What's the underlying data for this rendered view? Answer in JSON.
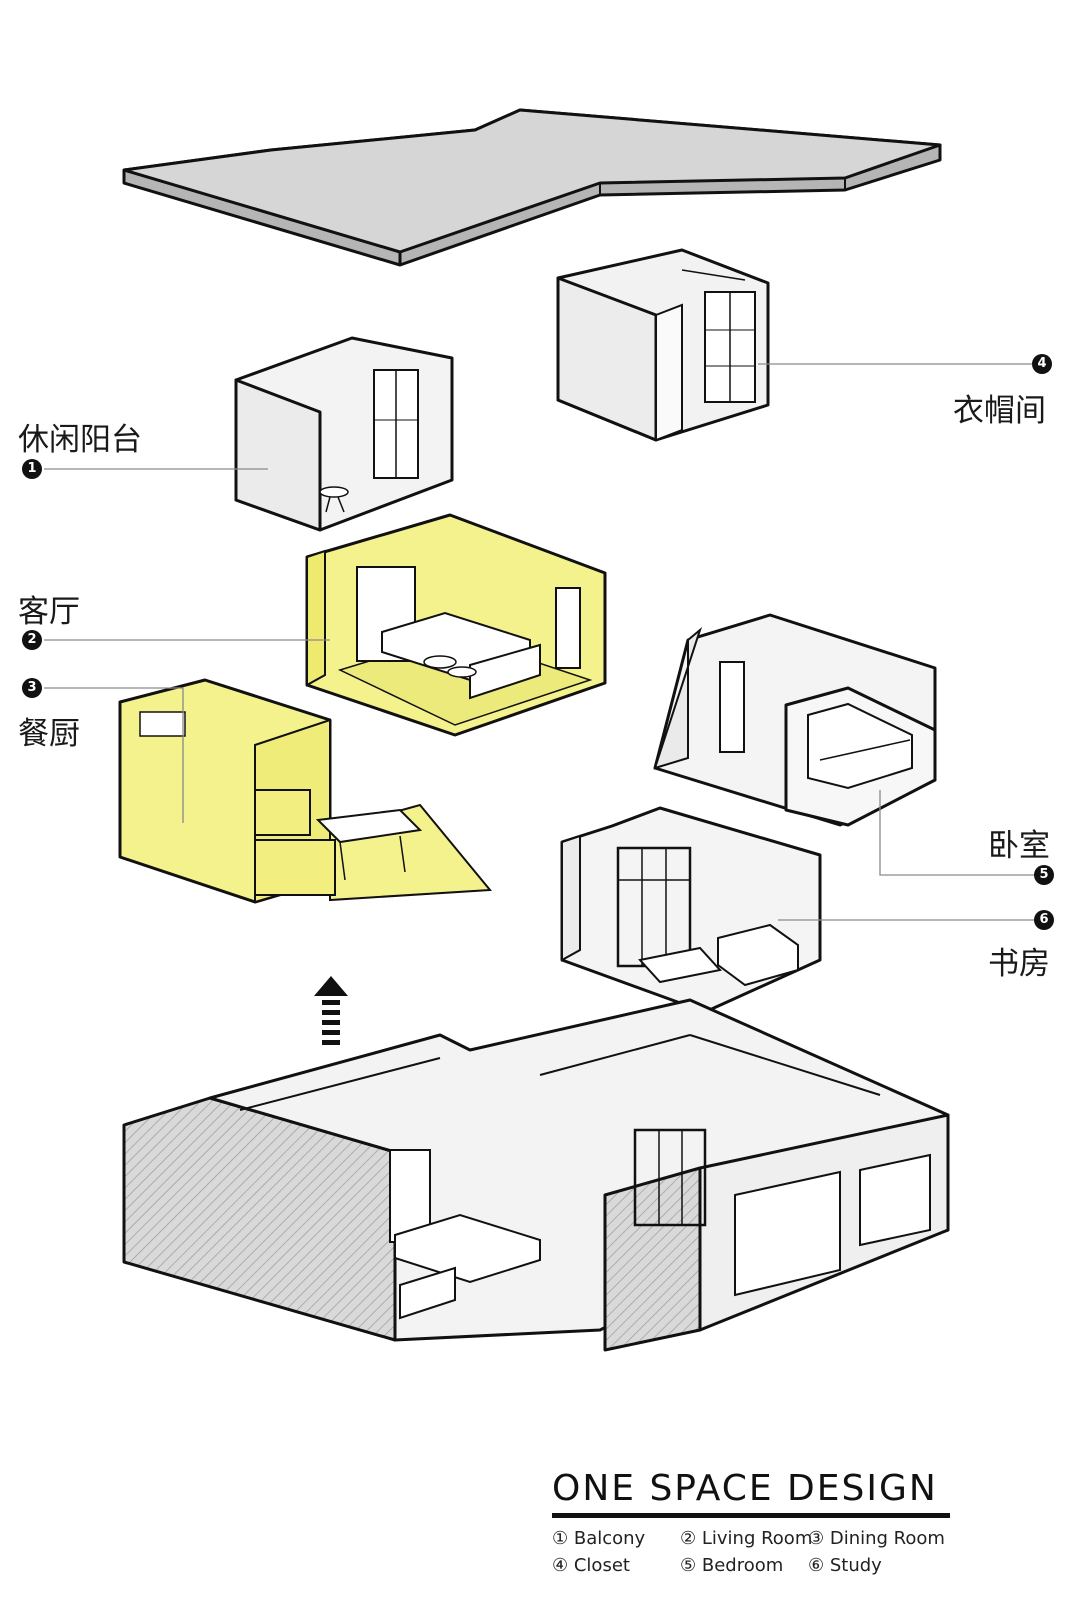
{
  "callouts": [
    {
      "number": "1",
      "label": "休闲阳台"
    },
    {
      "number": "2",
      "label": "客厅"
    },
    {
      "number": "3",
      "label": "餐厨"
    },
    {
      "number": "4",
      "label": "衣帽间"
    },
    {
      "number": "5",
      "label": "卧室"
    },
    {
      "number": "6",
      "label": "书房"
    }
  ],
  "brand": {
    "title": "ONE SPACE DESIGN",
    "legend": [
      "① Balcony",
      "② Living Room",
      "③ Dining Room",
      "④ Closet",
      "⑤ Bedroom",
      "⑥ Study"
    ]
  },
  "colors": {
    "highlight": "#f4f28c",
    "roof": "#d6d6d6",
    "wall": "#f4f4f4",
    "outline": "#111111"
  },
  "icons": [
    "arrow-up-icon"
  ]
}
